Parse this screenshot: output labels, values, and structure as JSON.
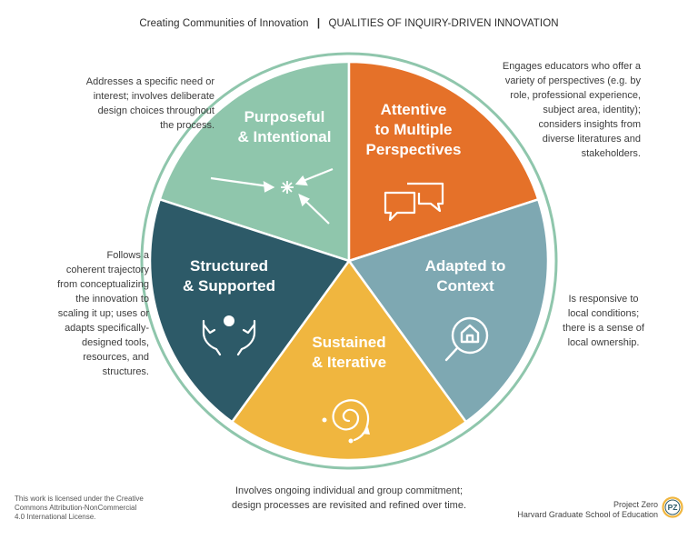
{
  "header": {
    "title_left": "Creating Communities of Innovation",
    "separator": "|",
    "title_right": "QUALITIES OF INQUIRY-DRIVEN INNOVATION"
  },
  "segments": [
    {
      "key": "purposeful",
      "color": "#8fc6ac",
      "label_lines": [
        "Purposeful",
        "& Intentional"
      ],
      "icon": "converging-arrows-icon",
      "description": [
        "Addresses a specific need or",
        "interest; involves deliberate",
        "design choices throughout",
        "the process."
      ]
    },
    {
      "key": "attentive",
      "color": "#e57129",
      "label_lines": [
        "Attentive",
        "to Multiple",
        "Perspectives"
      ],
      "icon": "speech-bubbles-icon",
      "description": [
        "Engages educators who offer a",
        "variety of perspectives (e.g. by",
        "role, professional experience,",
        "subject area, identity);",
        "considers insights from",
        "diverse literatures and",
        "stakeholders."
      ]
    },
    {
      "key": "adapted",
      "color": "#7ea8b2",
      "label_lines": [
        "Adapted to",
        "Context"
      ],
      "icon": "magnifier-house-icon",
      "description": [
        "Is responsive to",
        "local conditions;",
        "there is a sense of",
        "local ownership."
      ]
    },
    {
      "key": "sustained",
      "color": "#f0b63f",
      "label_lines": [
        "Sustained",
        "& Iterative"
      ],
      "icon": "spiral-icon",
      "description": [
        "Involves ongoing individual and group commitment;",
        "design processes are revisited and refined over time."
      ]
    },
    {
      "key": "structured",
      "color": "#2d5a68",
      "label_lines": [
        "Structured",
        "& Supported"
      ],
      "icon": "supporting-hands-icon",
      "description": [
        "Follows a",
        "coherent trajectory",
        "from conceptualizing",
        "the innovation to",
        "scaling it up; uses or",
        "adapts specifically-",
        "designed tools,",
        "resources, and",
        "structures."
      ]
    }
  ],
  "colors": {
    "ring": "#8fc6ac",
    "icon_stroke": "#ffffff"
  },
  "footer": {
    "license": [
      "This work is licensed under the Creative",
      "Commons Attribution-NonCommercial",
      "4.0 International License."
    ],
    "org_lines": [
      "Project Zero",
      "Harvard Graduate School of Education"
    ],
    "logo_text": "PZ"
  }
}
